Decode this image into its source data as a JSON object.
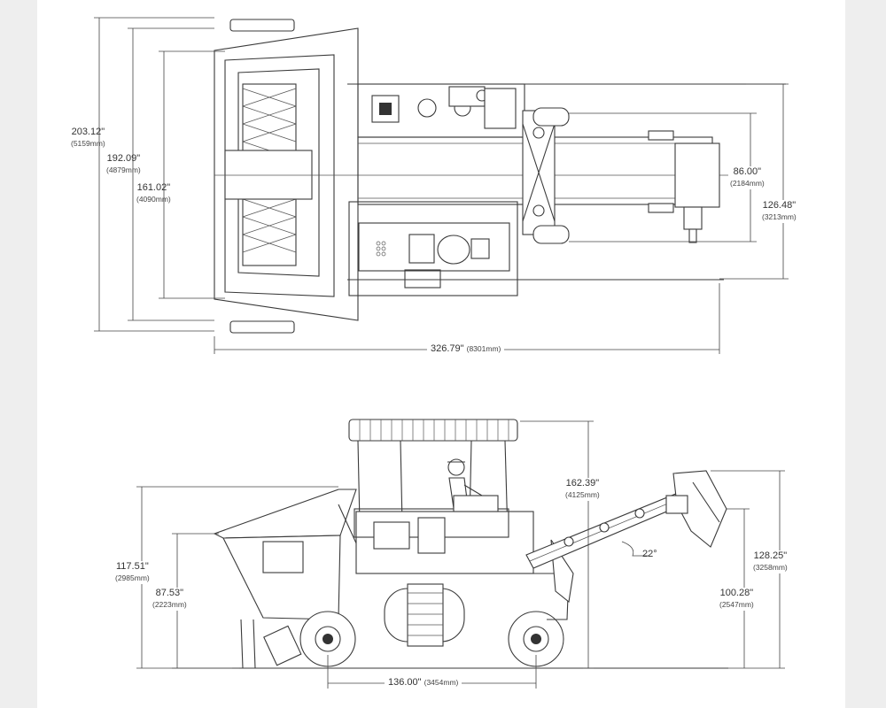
{
  "top_view": {
    "dimensions": [
      {
        "key": "overall_width",
        "inch": "203.12\"",
        "mm": "(5159mm)"
      },
      {
        "key": "hopper_width",
        "inch": "192.09\"",
        "mm": "(4879mm)"
      },
      {
        "key": "auger_width",
        "inch": "161.02\"",
        "mm": "(4090mm)"
      },
      {
        "key": "conveyor_width",
        "inch": "86.00\"",
        "mm": "(2184mm)"
      },
      {
        "key": "frame_width",
        "inch": "126.48\"",
        "mm": "(3213mm)"
      },
      {
        "key": "overall_length",
        "inch": "326.79\"",
        "mm": "(8301mm)"
      }
    ]
  },
  "side_view": {
    "dimensions": [
      {
        "key": "canopy_height",
        "inch": "162.39\"",
        "mm": "(4125mm)"
      },
      {
        "key": "hopper_height",
        "inch": "117.51\"",
        "mm": "(2985mm)"
      },
      {
        "key": "hopper_lower_height",
        "inch": "87.53\"",
        "mm": "(2223mm)"
      },
      {
        "key": "elevator_height",
        "inch": "128.25\"",
        "mm": "(3258mm)"
      },
      {
        "key": "elevator_lower_height",
        "inch": "100.28\"",
        "mm": "(2547mm)"
      },
      {
        "key": "wheelbase",
        "inch": "136.00\"",
        "mm": "(3454mm)"
      }
    ],
    "angle_label": "22°"
  }
}
